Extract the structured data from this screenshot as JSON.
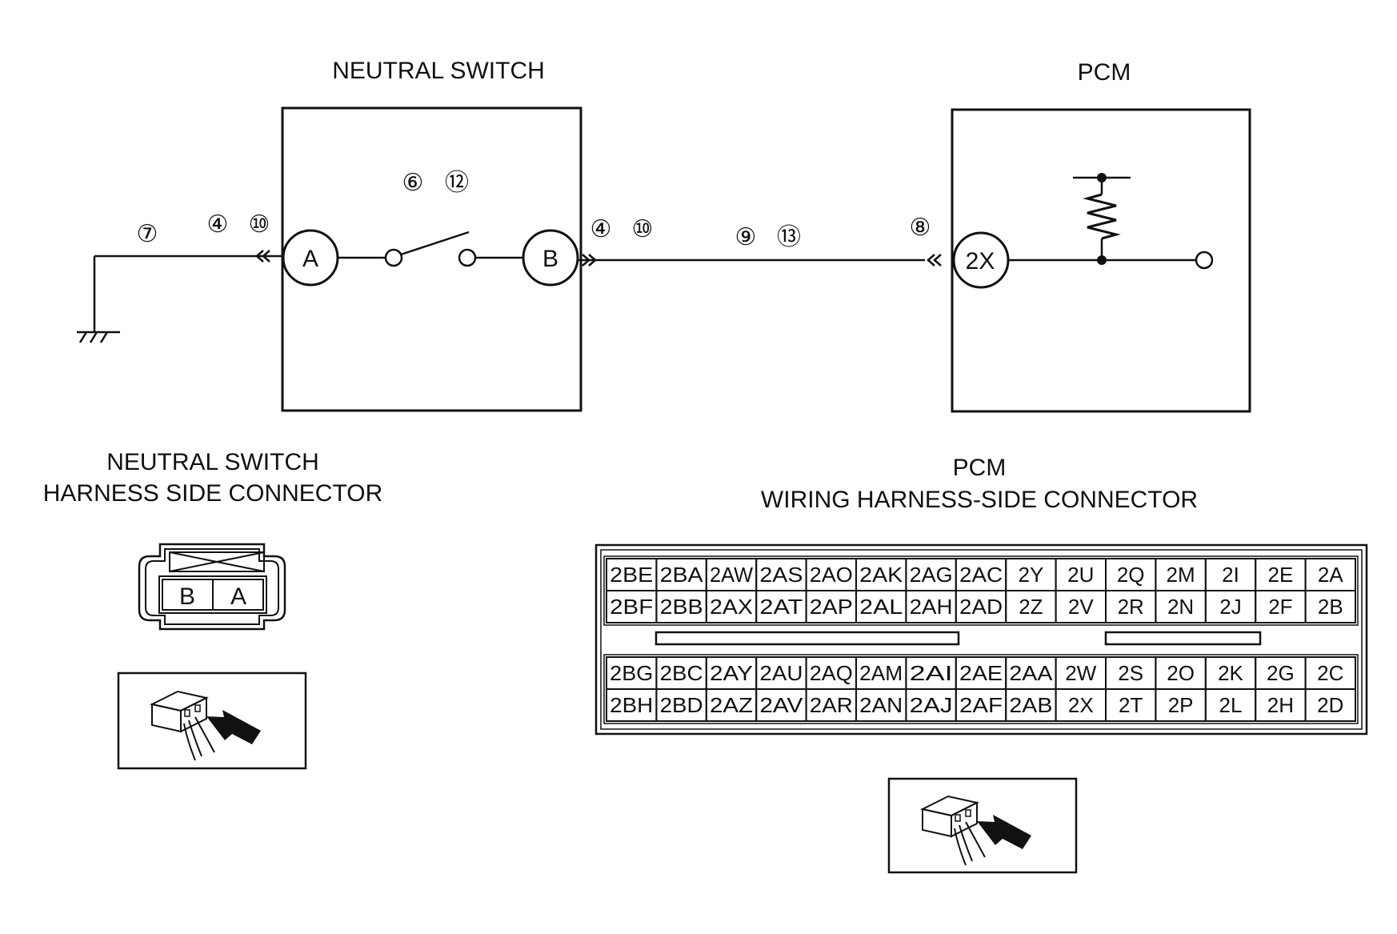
{
  "schematic": {
    "neutral_switch_title": "NEUTRAL SWITCH",
    "pcm_title": "PCM",
    "terminal_a": "A",
    "terminal_b": "B",
    "terminal_2x": "2X",
    "circled_refs": {
      "ground_wire": "⑦",
      "left_4": "④",
      "left_10": "⑩",
      "switch_6": "⑥",
      "switch_12": "⑫",
      "right_4": "④",
      "right_10": "⑩",
      "harness_9": "⑨",
      "harness_13": "⑬",
      "pcm_8": "⑧"
    }
  },
  "neutral_switch_connector": {
    "title_line1": "NEUTRAL SWITCH",
    "title_line2": "HARNESS SIDE CONNECTOR",
    "pins": [
      "B",
      "A"
    ]
  },
  "pcm_connector": {
    "title_line1": "PCM",
    "title_line2": "WIRING HARNESS-SIDE CONNECTOR",
    "upper_rows": [
      [
        "2BE",
        "2BA",
        "2AW",
        "2AS",
        "2AO",
        "2AK",
        "2AG",
        "2AC",
        "2Y",
        "2U",
        "2Q",
        "2M",
        "2I",
        "2E",
        "2A"
      ],
      [
        "2BF",
        "2BB",
        "2AX",
        "2AT",
        "2AP",
        "2AL",
        "2AH",
        "2AD",
        "2Z",
        "2V",
        "2R",
        "2N",
        "2J",
        "2F",
        "2B"
      ]
    ],
    "lower_rows": [
      [
        "2BG",
        "2BC",
        "2AY",
        "2AU",
        "2AQ",
        "2AM",
        "2AI",
        "2AE",
        "2AA",
        "2W",
        "2S",
        "2O",
        "2K",
        "2G",
        "2C"
      ],
      [
        "2BH",
        "2BD",
        "2AZ",
        "2AV",
        "2AR",
        "2AN",
        "2AJ",
        "2AF",
        "2AB",
        "2X",
        "2T",
        "2P",
        "2L",
        "2H",
        "2D"
      ]
    ]
  }
}
